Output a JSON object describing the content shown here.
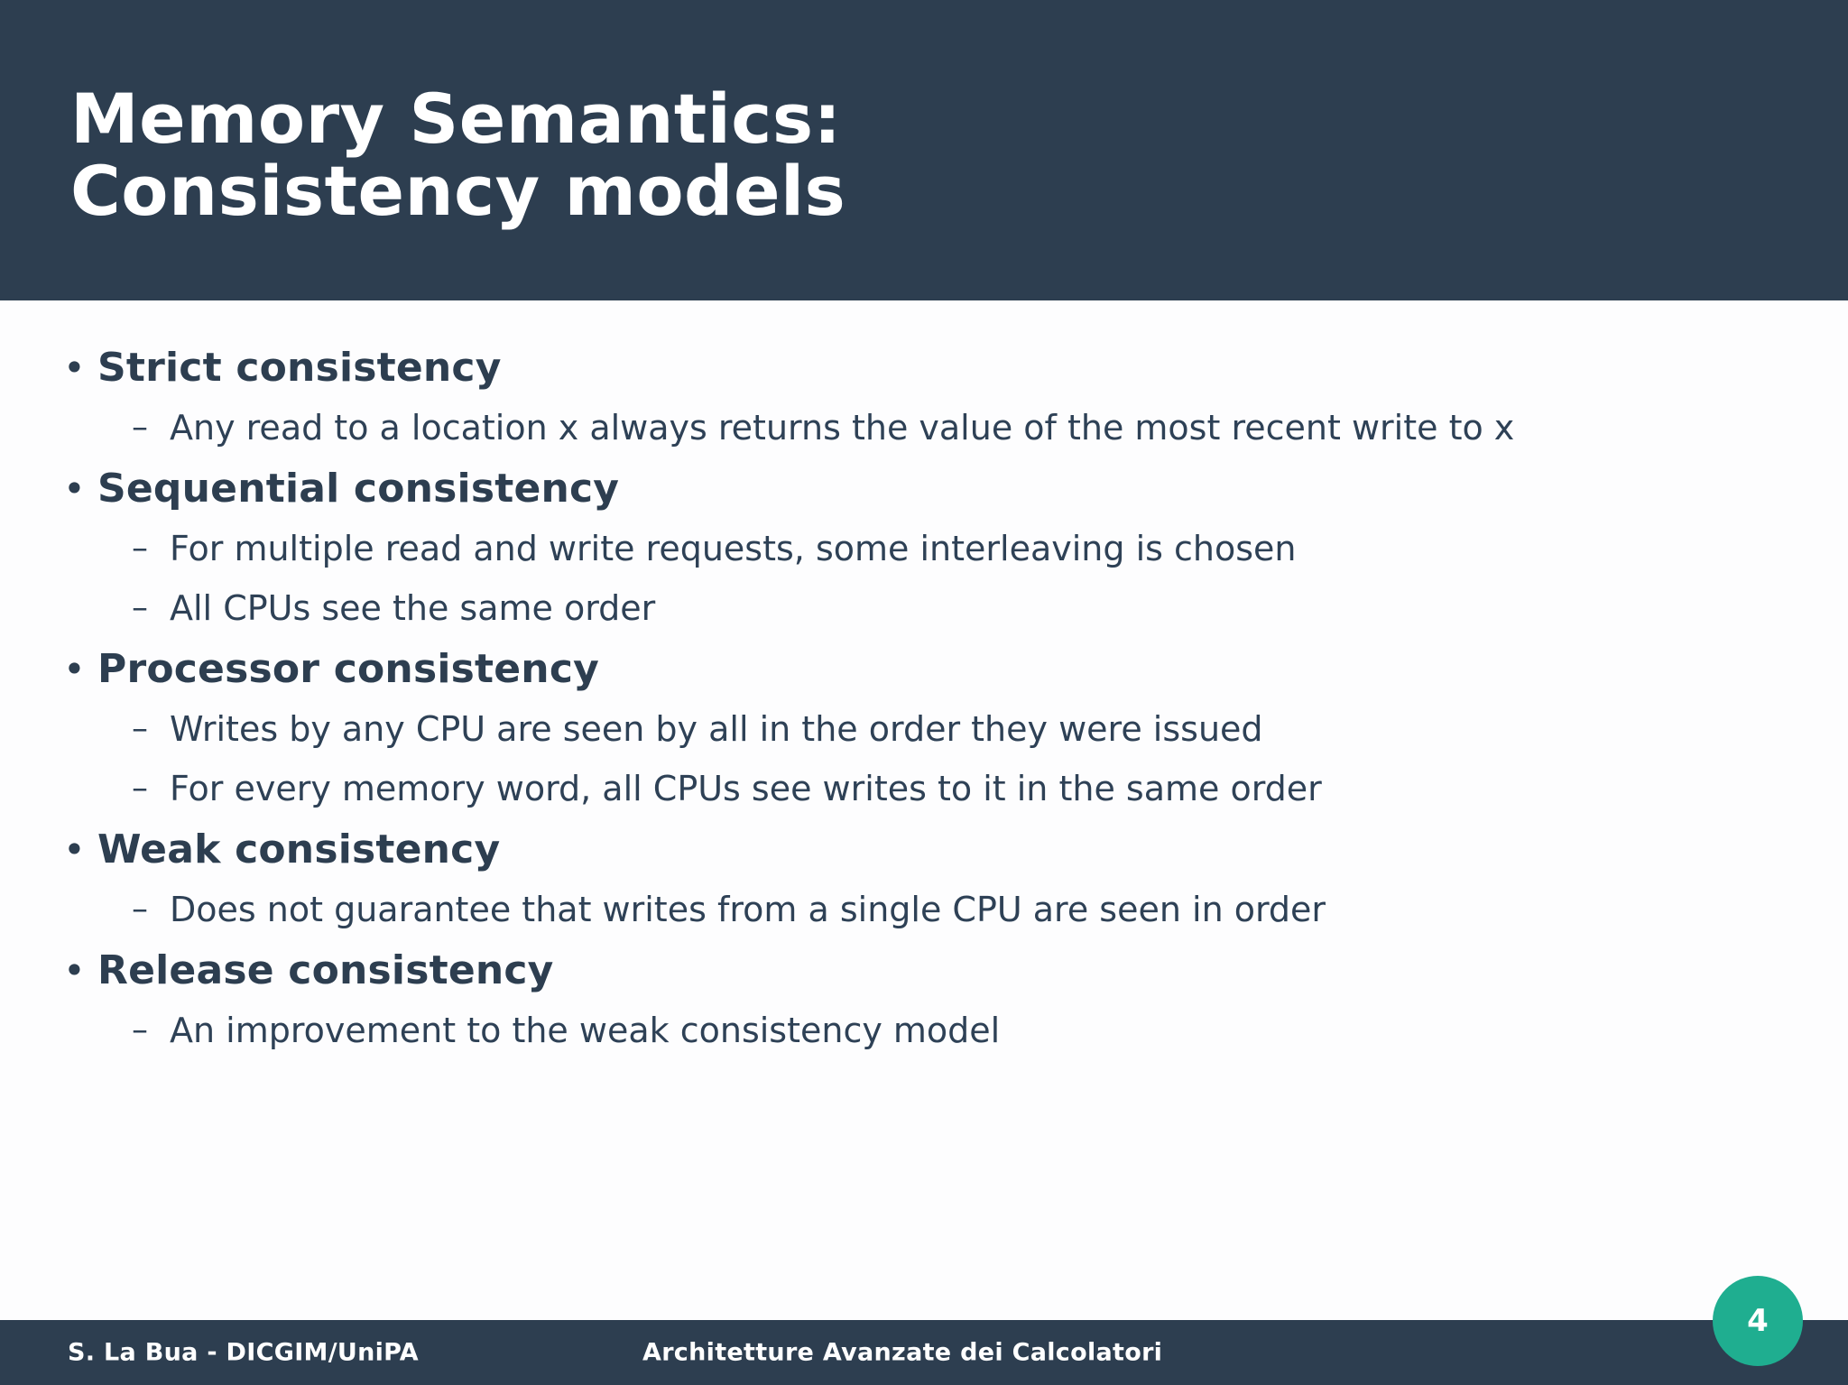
{
  "slide": {
    "title_line1": "Memory Semantics:",
    "title_line2": "Consistency models",
    "colors": {
      "header_bg": "#2D3E50",
      "body_bg": "#FDFDFE",
      "footer_bg": "#2D3E50",
      "title_text": "#FFFFFF",
      "heading_text": "#2D3E50",
      "body_text": "#2E4156",
      "badge_bg": "#1FAE90",
      "badge_text": "#FFFFFF"
    }
  },
  "content": {
    "bullet_marker": "•",
    "sub_marker": "–",
    "groups": [
      {
        "heading": "Strict consistency",
        "subs": [
          "Any read to a location x always returns the value of the most recent write to x"
        ]
      },
      {
        "heading": "Sequential consistency",
        "subs": [
          "For multiple read and write requests, some interleaving is chosen",
          "All CPUs see the same order"
        ]
      },
      {
        "heading": "Processor consistency",
        "subs": [
          "Writes by any CPU are seen by all in the order they were issued",
          "For every memory word, all CPUs see writes to it in the same order"
        ]
      },
      {
        "heading": "Weak consistency",
        "subs": [
          "Does not guarantee that writes from a single CPU are seen in order"
        ]
      },
      {
        "heading": "Release consistency",
        "subs": [
          "An improvement to the weak consistency model"
        ]
      }
    ]
  },
  "footer": {
    "left": "S. La Bua - DICGIM/UniPA",
    "center": "Architetture Avanzate dei Calcolatori",
    "page_number": "4"
  }
}
